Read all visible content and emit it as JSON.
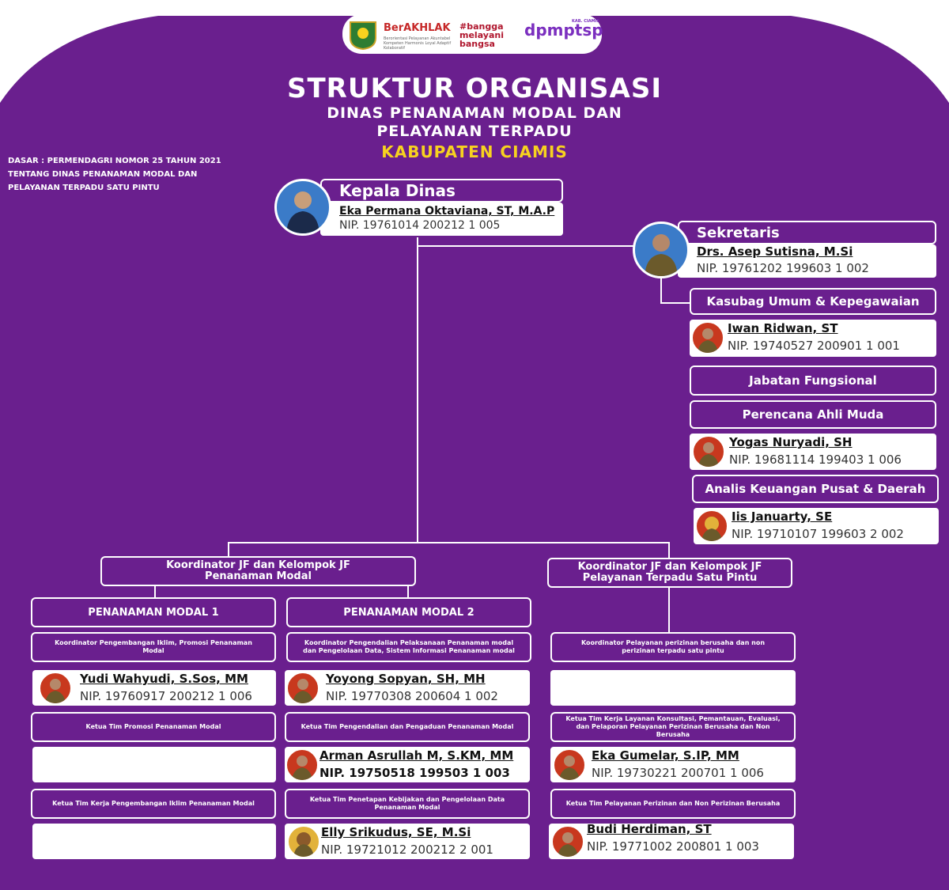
{
  "header": {
    "logos": {
      "berakhlak": "BerAKHLAK",
      "berakhlak_tag": "Berorientasi Pelayanan Akuntabel Kompeten Harmonis Loyal Adaptif Kolaboratif",
      "bangga": "#bangga melayani bangsa",
      "dpmptsp": "dpmptsp",
      "dpmptsp_tag": "KAB. CIAMIS"
    },
    "title": "STRUKTUR ORGANISASI",
    "subtitle_line1": "DINAS PENANAMAN MODAL DAN",
    "subtitle_line2": "PELAYANAN TERPADU",
    "region": "KABUPATEN CIAMIS",
    "basis_line1": "DASAR : PERMENDAGRI NOMOR 25 TAHUN 2021",
    "basis_line2": "TENTANG DINAS PENANAMAN MODAL DAN",
    "basis_line3": "PELAYANAN TERPADU SATU PINTU"
  },
  "kepala": {
    "title": "Kepala Dinas",
    "name": "Eka Permana Oktaviana, ST, M.A.P",
    "nip": "NIP. 19761014 200212 1 005"
  },
  "sekretaris": {
    "title": "Sekretaris",
    "name": "Drs. Asep Sutisna, M.Si",
    "nip": "NIP. 19761202 199603 1 002"
  },
  "kasubag": {
    "title": "Kasubag Umum & Kepegawaian",
    "name": "Iwan Ridwan, ST",
    "nip": "NIP. 19740527 200901 1 001"
  },
  "jf": {
    "title": "Jabatan Fungsional",
    "perencana": {
      "title": "Perencana Ahli Muda",
      "name": "Yogas Nuryadi, SH",
      "nip": "NIP. 19681114 199403 1 006"
    },
    "analis": {
      "title": "Analis Keuangan Pusat & Daerah",
      "name": "Iis Januarty, SE",
      "nip": "NIP. 19710107 199603 2 002"
    }
  },
  "koor_pm": "Koordinator JF dan Kelompok JF Penanaman Modal",
  "koor_ptsp": "Koordinator JF dan Kelompok JF Pelayanan Terpadu Satu Pintu",
  "pm1": {
    "title": "PENANAMAN MODAL 1",
    "koor": "Koordinator Pengembangan Iklim, Promosi Penanaman Modal",
    "koor_person": {
      "name": "Yudi Wahyudi, S.Sos, MM",
      "nip": "NIP. 19760917 200212 1 006"
    },
    "tim1": "Ketua Tim Promosi Penanaman Modal",
    "tim2": "Ketua Tim Kerja Pengembangan Iklim Penanaman Modal"
  },
  "pm2": {
    "title": "PENANAMAN MODAL 2",
    "koor": "Koordinator Pengendalian Pelaksanaan Penanaman modal dan Pengelolaan Data, Sistem Informasi Penanaman modal",
    "koor_person": {
      "name": "Yoyong Sopyan, SH, MH",
      "nip": "NIP. 19770308 200604 1 002"
    },
    "tim1": "Ketua Tim Pengendalian dan Pengaduan Penanaman Modal",
    "tim1_person": {
      "name": "Arman Asrullah M, S.KM, MM",
      "nip": "NIP. 19750518 199503 1 003"
    },
    "tim2": "Ketua Tim Penetapan Kebijakan dan Pengelolaan Data Penanaman Modal",
    "tim2_person": {
      "name": "Elly Srikudus, SE, M.Si",
      "nip": "NIP. 19721012 200212 2 001"
    }
  },
  "ptsp": {
    "koor": "Koordinator Pelayanan perizinan berusaha dan non perizinan terpadu satu pintu",
    "tim1": "Ketua Tim Kerja Layanan Konsultasi, Pemantauan, Evaluasi, dan Pelaporan Pelayanan Perizinan Berusaha dan Non Berusaha",
    "tim1_person": {
      "name": "Eka Gumelar, S.IP, MM",
      "nip": "NIP. 19730221 200701 1 006"
    },
    "tim2": "Ketua Tim Pelayanan Perizinan dan Non Perizinan Berusaha",
    "tim2_person": {
      "name": "Budi Herdiman, ST",
      "nip": "NIP. 19771002 200801 1 003"
    }
  },
  "colors": {
    "bg": "#6a1f8e",
    "accent": "#f7d21f",
    "text": "#ffffff"
  }
}
